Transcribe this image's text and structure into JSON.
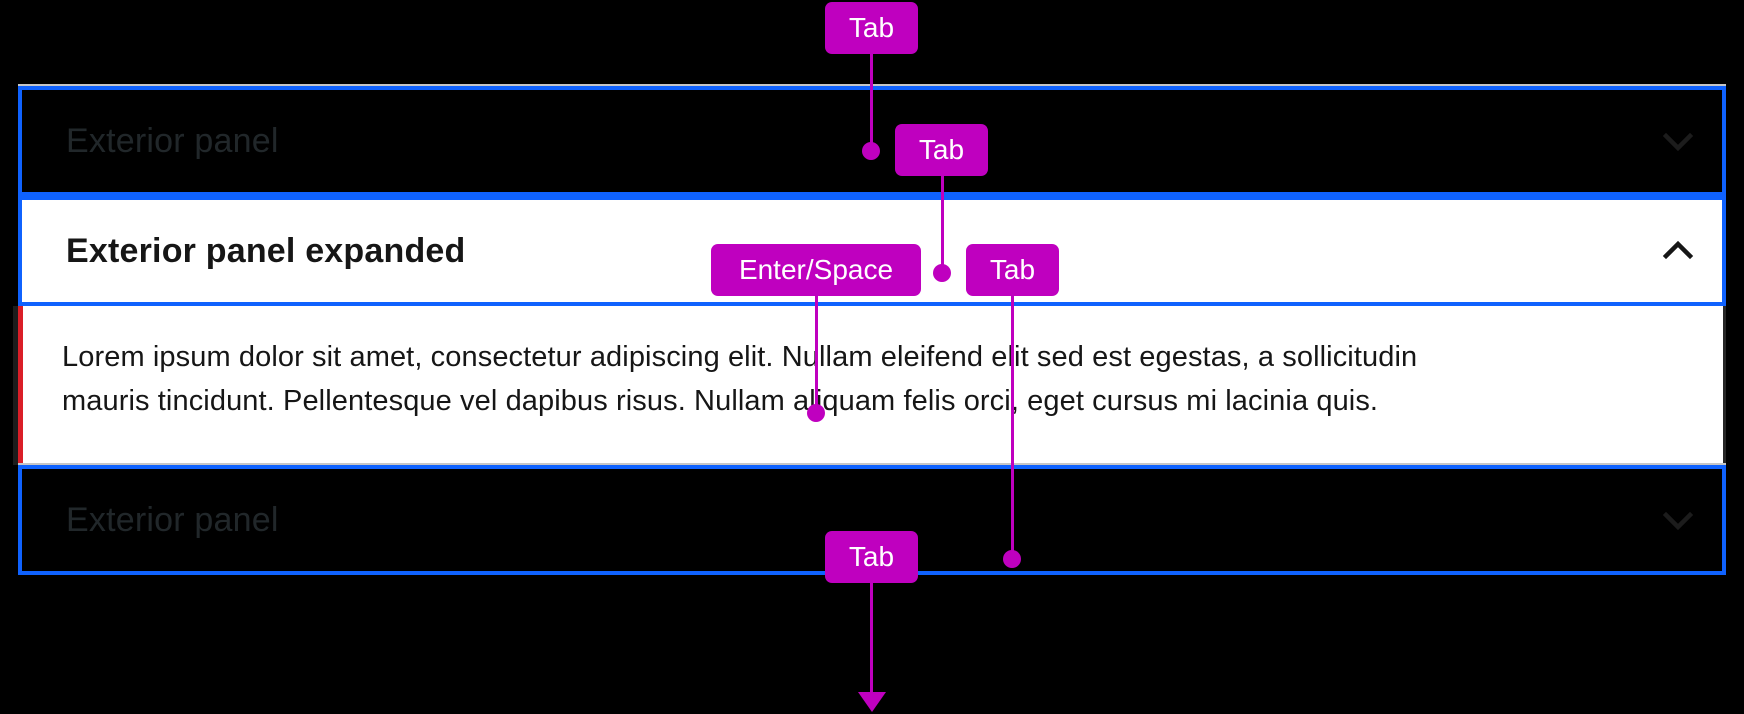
{
  "meta": {
    "background": "#000000",
    "focus_ring_color": "#0f62fe",
    "annotation_color": "#bf00bf",
    "accent_error_color": "#da1e28",
    "divider_color": "#c6c6c6"
  },
  "accordion": {
    "panels": [
      {
        "id": "panel-collapsed-top",
        "title": "Exterior panel",
        "state": "collapsed",
        "icon": "chevron-down-icon"
      },
      {
        "id": "panel-expanded",
        "title": "Exterior panel expanded",
        "state": "expanded",
        "icon": "chevron-up-icon",
        "body": "Lorem ipsum dolor sit amet, consectetur adipiscing elit. Nullam eleifend elit sed est egestas, a sollicitudin mauris tincidunt. Pellentesque vel dapibus risus. Nullam aliquam felis orci, eget cursus mi lacinia quis."
      },
      {
        "id": "panel-collapsed-bottom",
        "title": "Exterior panel",
        "state": "collapsed",
        "icon": "chevron-down-icon"
      }
    ]
  },
  "annotations": {
    "keys": [
      {
        "id": "key-tab-1",
        "label": "Tab"
      },
      {
        "id": "key-tab-2",
        "label": "Tab"
      },
      {
        "id": "key-enter-space",
        "label": "Enter/Space"
      },
      {
        "id": "key-tab-3",
        "label": "Tab"
      },
      {
        "id": "key-tab-4",
        "label": "Tab"
      }
    ]
  }
}
